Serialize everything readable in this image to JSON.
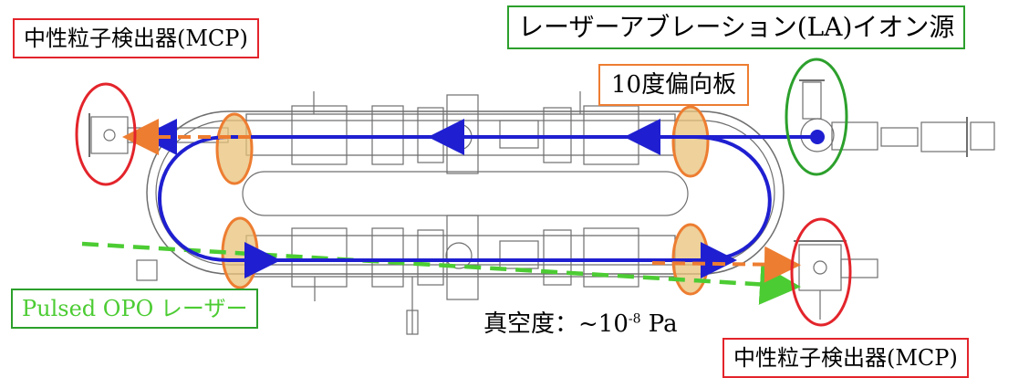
{
  "labels": {
    "mcp_left": "中性粒子検出器(MCP)",
    "la_source": "レーザーアブレーション(LA)イオン源",
    "deflector": "10度偏向板",
    "opo_laser": "Pulsed OPO レーザー",
    "vacuum_prefix": "真空度：~10",
    "vacuum_exponent": "-8",
    "vacuum_unit": " Pa",
    "mcp_right": "中性粒子検出器(MCP)"
  },
  "colors": {
    "ion_beam": "#1f1fd1",
    "neutral_beam": "#ed7d31",
    "laser_beam": "#4ccc33",
    "detector_marker": "#e3242b",
    "source_marker": "#2ca02c",
    "deflector_fill": "#e8c27a",
    "deflector_outline": "#ed7d31",
    "apparatus_line": "#6f6f6f"
  },
  "icons": {
    "ion_beam": "blue-arrow-path",
    "neutral_beam": "orange-dashed-arrow",
    "laser_beam": "green-dashed-arrow"
  }
}
